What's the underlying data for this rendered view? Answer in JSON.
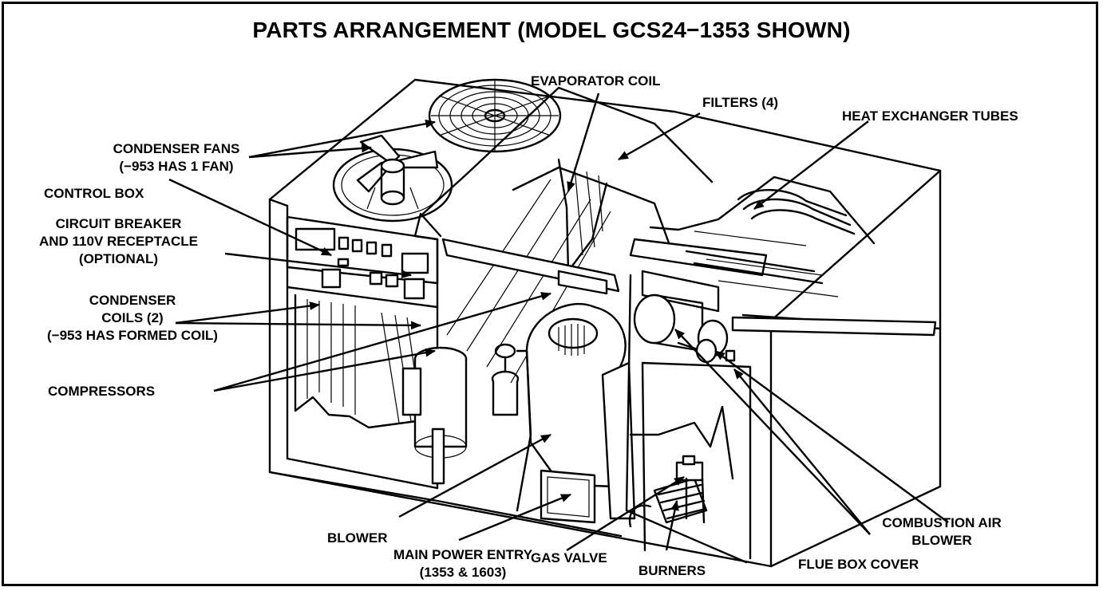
{
  "title": "PARTS ARRANGEMENT (MODEL GCS24−1353 SHOWN)",
  "labels": {
    "evaporator_coil": "EVAPORATOR COIL",
    "filters": "FILTERS (4)",
    "heat_exchanger_tubes": "HEAT EXCHANGER TUBES",
    "condenser_fans": [
      "CONDENSER FANS",
      "(−953 HAS 1 FAN)"
    ],
    "control_box": "CONTROL BOX",
    "circuit_breaker": [
      "CIRCUIT BREAKER",
      "AND 110V RECEPTACLE",
      "(OPTIONAL)"
    ],
    "condenser_coils": [
      "CONDENSER",
      "COILS (2)",
      "(−953 HAS FORMED COIL)"
    ],
    "compressors": "COMPRESSORS",
    "blower": "BLOWER",
    "main_power_entry": [
      "MAIN POWER ENTRY",
      "(1353 & 1603)"
    ],
    "gas_valve": "GAS VALVE",
    "burners": "BURNERS",
    "flue_box_cover": "FLUE BOX COVER",
    "combustion_air_blower": [
      "COMBUSTION AIR",
      "BLOWER"
    ]
  }
}
